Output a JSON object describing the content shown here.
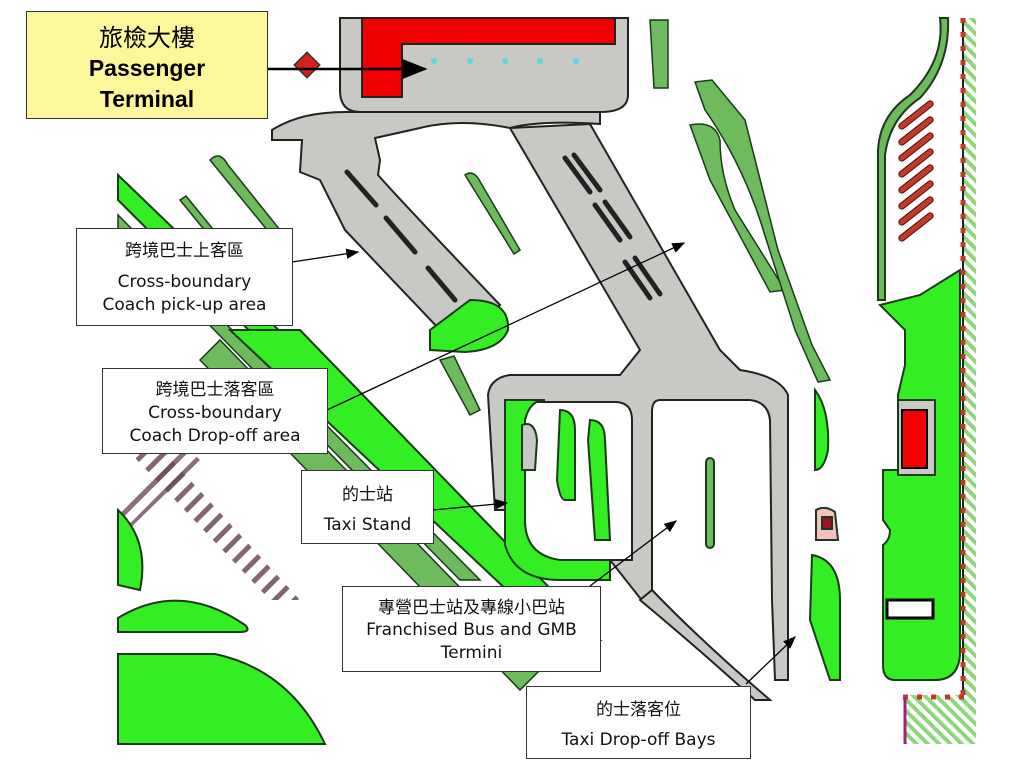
{
  "map": {
    "title": {
      "zh": "旅檢大樓",
      "en_line1": "Passenger",
      "en_line2": "Terminal"
    },
    "labels": [
      {
        "id": "coach-pickup",
        "zh": "跨境巴士上客區",
        "en_line1": "Cross-boundary",
        "en_line2": "Coach pick-up area"
      },
      {
        "id": "coach-dropoff",
        "zh": "跨境巴士落客區",
        "en_line1": "Cross-boundary",
        "en_line2": "Coach Drop-off area"
      },
      {
        "id": "taxi-stand",
        "zh": "的士站",
        "en_line1": "Taxi Stand"
      },
      {
        "id": "bus-gmb-termini",
        "zh": "專營巴士站及專線小巴站",
        "en_line1": "Franchised Bus and GMB",
        "en_line2": "Termini"
      },
      {
        "id": "taxi-dropoff",
        "zh": "的士落客位",
        "en_line1": "Taxi Drop-off Bays"
      }
    ],
    "colors": {
      "building_red": "#f00000",
      "road_grey": "#c8c8c4",
      "landscape_green": "#33ee22",
      "muted_green": "#6dbb5c",
      "callout_yellow": "#fdf79c",
      "boundary_red": "#c0392b",
      "hatch_green": "#8ed67a"
    }
  }
}
